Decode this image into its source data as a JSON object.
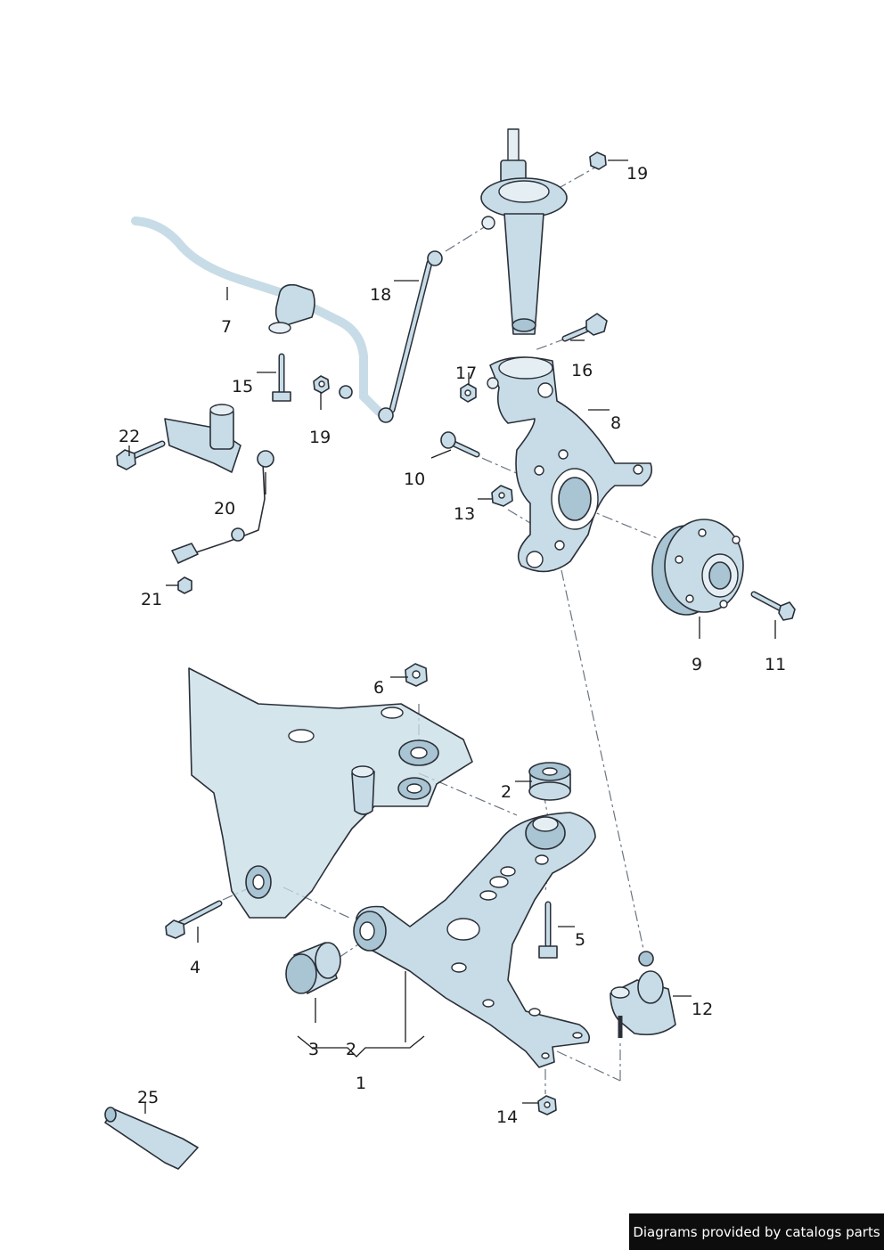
{
  "callouts": {
    "c1": "1",
    "c2a": "2",
    "c2b": "2",
    "c3": "3",
    "c4": "4",
    "c5": "5",
    "c6": "6",
    "c7": "7",
    "c8": "8",
    "c9": "9",
    "c10": "10",
    "c11": "11",
    "c12": "12",
    "c13": "13",
    "c14": "14",
    "c15": "15",
    "c16": "16",
    "c17": "17",
    "c18": "18",
    "c19a": "19",
    "c19b": "19",
    "c20": "20",
    "c21": "21",
    "c22": "22",
    "c25": "25"
  },
  "footer": {
    "credit": "Diagrams provided by catalogs parts"
  },
  "colors": {
    "part_fill": "#c7dce6",
    "part_shadow": "#a9c4d2",
    "outline": "#2a2f38",
    "banner": "#0d0d0d"
  }
}
